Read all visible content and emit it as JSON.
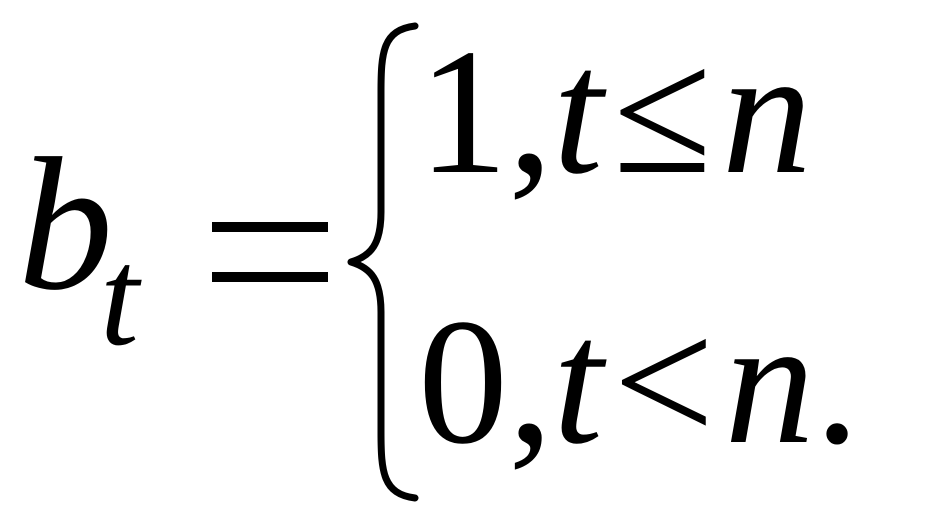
{
  "lhs": {
    "variable": "b",
    "subscript": "t",
    "equals": "="
  },
  "cases": [
    {
      "value": "1",
      "comma": ",",
      "var": "t",
      "relation": "≤",
      "bound": "n",
      "end": ""
    },
    {
      "value": "0",
      "comma": ",",
      "var": "t",
      "relation": "<",
      "bound": "n",
      "end": "."
    }
  ]
}
